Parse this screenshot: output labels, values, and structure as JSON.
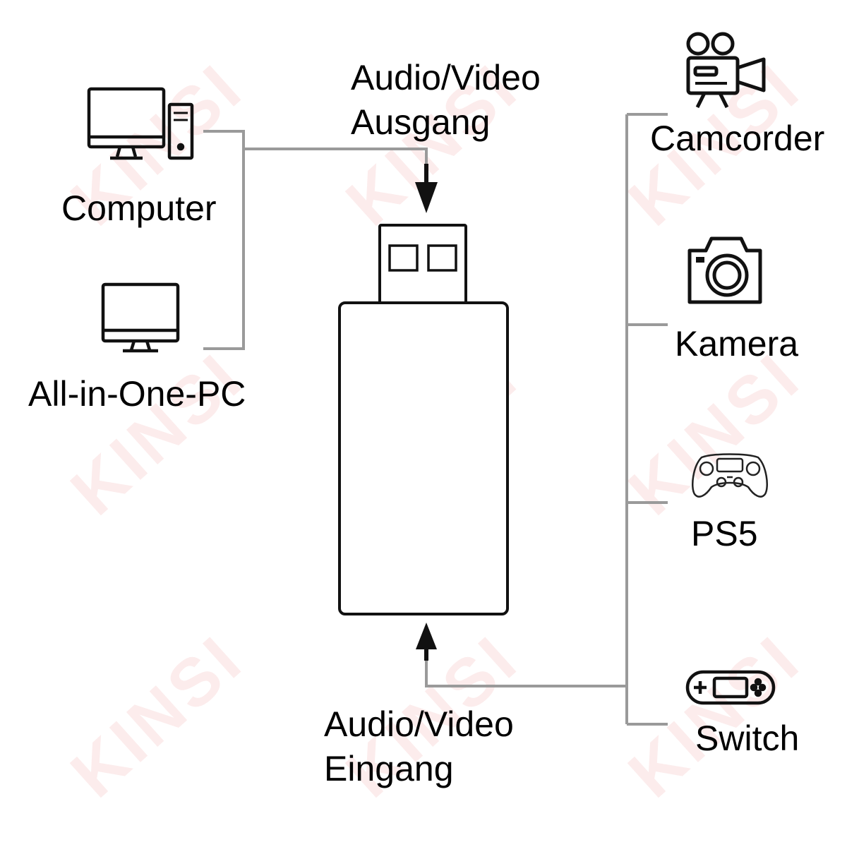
{
  "watermark": "KINSI",
  "colors": {
    "line": "#9a9a9a",
    "ink": "#111111",
    "watermark": "#e64646"
  },
  "labels": {
    "output_line1": "Audio/Video",
    "output_line2": "Ausgang",
    "input_line1": "Audio/Video",
    "input_line2": "Eingang"
  },
  "sources_left": [
    {
      "label": "Computer",
      "icon": "desktop-computer-icon"
    },
    {
      "label": "All-in-One-PC",
      "icon": "monitor-icon"
    }
  ],
  "sources_right": [
    {
      "label": "Camcorder",
      "icon": "camcorder-icon"
    },
    {
      "label": "Kamera",
      "icon": "camera-icon"
    },
    {
      "label": "PS5",
      "icon": "gamepad-icon"
    },
    {
      "label": "Switch",
      "icon": "handheld-console-icon"
    }
  ]
}
